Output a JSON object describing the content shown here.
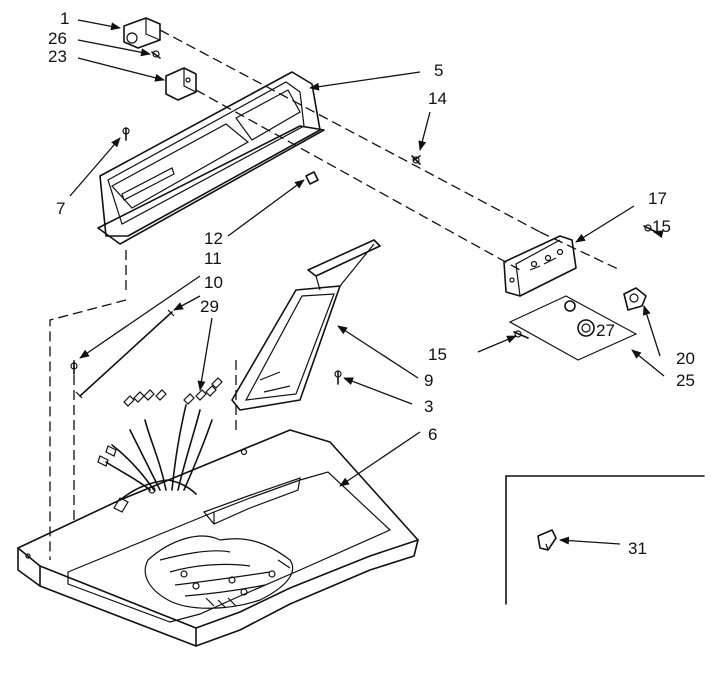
{
  "callouts": [
    {
      "id": "1",
      "text": "1"
    },
    {
      "id": "26",
      "text": "26"
    },
    {
      "id": "23",
      "text": "23"
    },
    {
      "id": "5",
      "text": "5"
    },
    {
      "id": "14",
      "text": "14"
    },
    {
      "id": "7",
      "text": "7"
    },
    {
      "id": "12",
      "text": "12"
    },
    {
      "id": "11",
      "text": "11"
    },
    {
      "id": "10",
      "text": "10"
    },
    {
      "id": "29",
      "text": "29"
    },
    {
      "id": "17",
      "text": "17"
    },
    {
      "id": "15a",
      "text": "15"
    },
    {
      "id": "15b",
      "text": "15"
    },
    {
      "id": "27",
      "text": "27"
    },
    {
      "id": "20",
      "text": "20"
    },
    {
      "id": "25",
      "text": "25"
    },
    {
      "id": "9",
      "text": "9"
    },
    {
      "id": "3",
      "text": "3"
    },
    {
      "id": "6",
      "text": "6"
    },
    {
      "id": "31",
      "text": "31"
    }
  ]
}
